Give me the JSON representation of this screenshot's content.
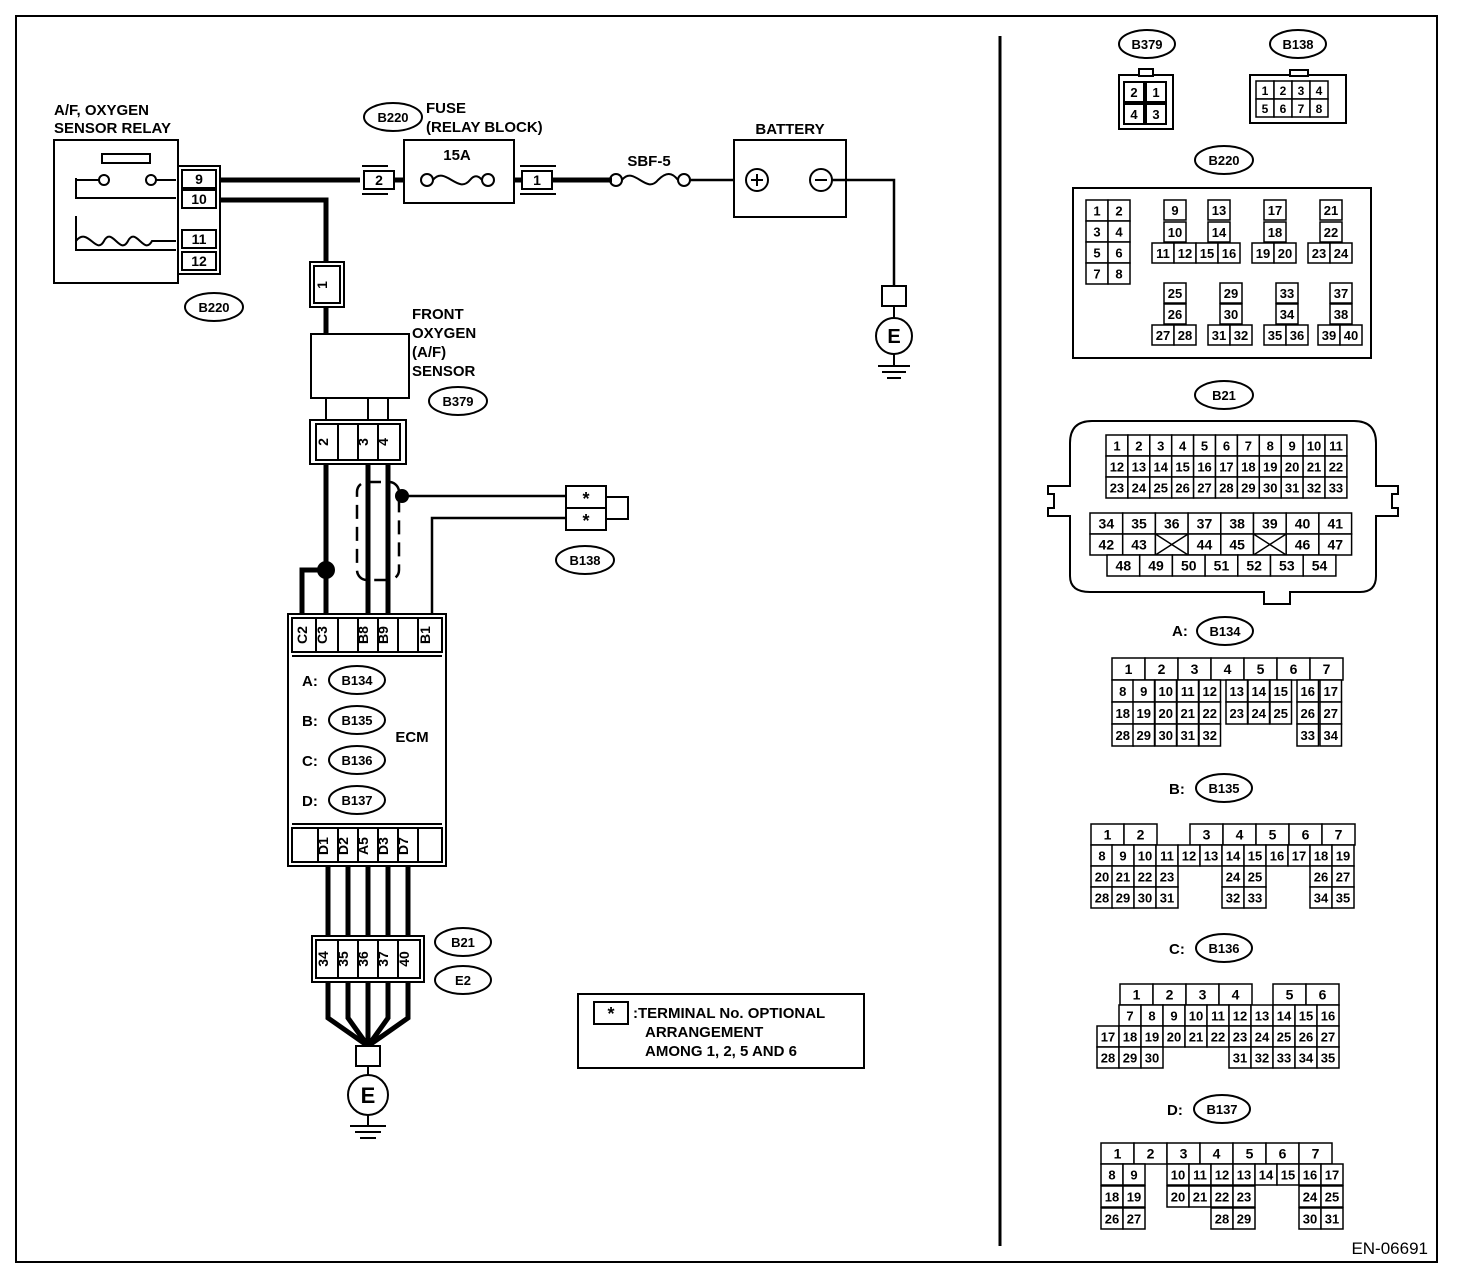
{
  "relay": {
    "title1": "A/F, OXYGEN",
    "title2": "SENSOR RELAY",
    "pins": [
      "9",
      "10",
      "11",
      "12"
    ],
    "connector": "B220"
  },
  "fuse": {
    "title1": "FUSE",
    "title2": "(RELAY BLOCK)",
    "connector": "B220",
    "rating": "15A",
    "pin_left": "2",
    "pin_right": "1"
  },
  "sbf": {
    "label": "SBF-5"
  },
  "battery": {
    "label": "BATTERY"
  },
  "ground_symbol": "E",
  "sensor": {
    "lines": [
      "FRONT",
      "OXYGEN",
      "(A/F)",
      "SENSOR"
    ],
    "connector": "B379",
    "pin_top": "1",
    "pins": [
      "2",
      "3",
      "4"
    ]
  },
  "b138": {
    "connector": "B138",
    "pins": [
      "*",
      "*"
    ]
  },
  "ecm": {
    "label": "ECM",
    "top_pins": [
      "C2",
      "C3",
      "B8",
      "B9",
      "B1"
    ],
    "bottom_pins": [
      "D1",
      "D2",
      "A5",
      "D3",
      "D7"
    ],
    "connectors": [
      {
        "letter": "A:",
        "name": "B134"
      },
      {
        "letter": "B:",
        "name": "B135"
      },
      {
        "letter": "C:",
        "name": "B136"
      },
      {
        "letter": "D:",
        "name": "B137"
      }
    ]
  },
  "joint": {
    "pins": [
      "34",
      "35",
      "36",
      "37",
      "40"
    ],
    "connector1": "B21",
    "connector2": "E2"
  },
  "note": {
    "star": "*",
    "line1": ":TERMINAL No. OPTIONAL",
    "line2": "ARRANGEMENT",
    "line3": "AMONG 1, 2, 5 AND 6"
  },
  "views": {
    "b379": {
      "name": "B379",
      "pins": [
        "2",
        "1",
        "4",
        "3"
      ]
    },
    "b138": {
      "name": "B138",
      "pins": [
        "1",
        "2",
        "3",
        "4",
        "5",
        "6",
        "7",
        "8"
      ]
    },
    "b220": {
      "name": "B220",
      "pins": [
        "1",
        "2",
        "3",
        "4",
        "5",
        "6",
        "7",
        "8",
        "9",
        "10",
        "11",
        "12",
        "13",
        "14",
        "15",
        "16",
        "17",
        "18",
        "19",
        "20",
        "21",
        "22",
        "23",
        "24",
        "25",
        "26",
        "27",
        "28",
        "29",
        "30",
        "31",
        "32",
        "33",
        "34",
        "35",
        "36",
        "37",
        "38",
        "39",
        "40"
      ]
    },
    "b21": {
      "name": "B21"
    },
    "b134": {
      "prefix": "A:",
      "name": "B134"
    },
    "b135": {
      "prefix": "B:",
      "name": "B135"
    },
    "b136": {
      "prefix": "C:",
      "name": "B136"
    },
    "b137": {
      "prefix": "D:",
      "name": "B137"
    }
  },
  "footer": "EN-06691"
}
